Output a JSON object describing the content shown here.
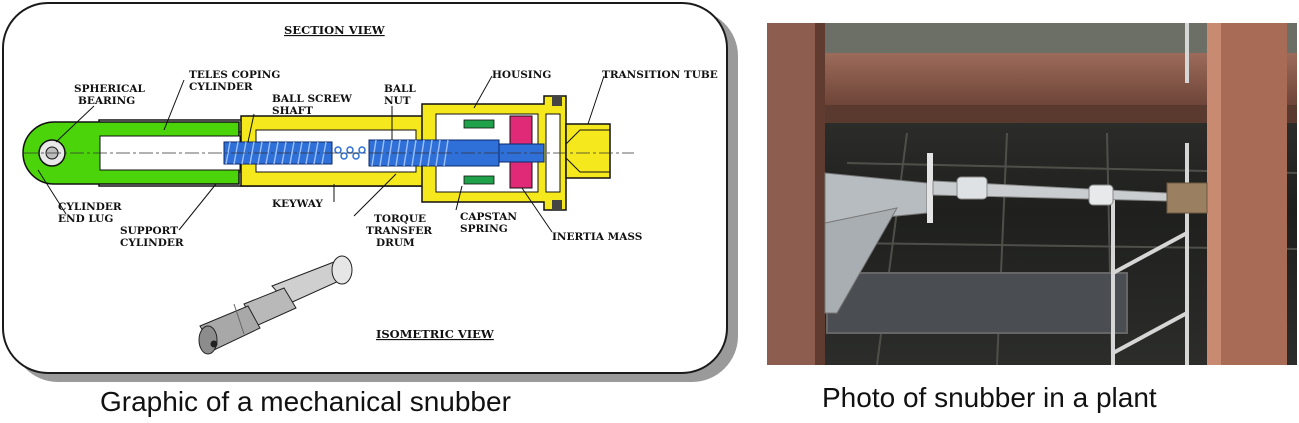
{
  "diagram": {
    "section_title": "SECTION VIEW",
    "isometric_title": "ISOMETRIC VIEW",
    "labels": {
      "spherical_1": "SPHERICAL",
      "spherical_2": "BEARING",
      "telescoping_1": "TELES COPING",
      "telescoping_2": "CYLINDER",
      "ballscrew_1": "BALL SCREW",
      "ballscrew_2": "SHAFT",
      "ballnut_1": "BALL",
      "ballnut_2": "NUT",
      "housing": "HOUSING",
      "transition": "TRANSITION TUBE",
      "endlug_1": "CYLINDER",
      "endlug_2": "END LUG",
      "support_1": "SUPPORT",
      "support_2": "CYLINDER",
      "keyway": "KEYWAY",
      "torque_1": "TORQUE",
      "torque_2": "TRANSFER",
      "torque_3": "DRUM",
      "capstan_1": "CAPSTAN",
      "capstan_2": "SPRING",
      "inertia": "INERTIA MASS"
    },
    "colors": {
      "lug": "#4cd40a",
      "housing": "#f5e81c",
      "screw": "#2f6fd8",
      "inertia": "#e02a78",
      "spring": "#1fa24a"
    }
  },
  "captions": {
    "graphic": "Graphic of a mechanical snubber",
    "photo": "Photo of snubber in a plant"
  }
}
